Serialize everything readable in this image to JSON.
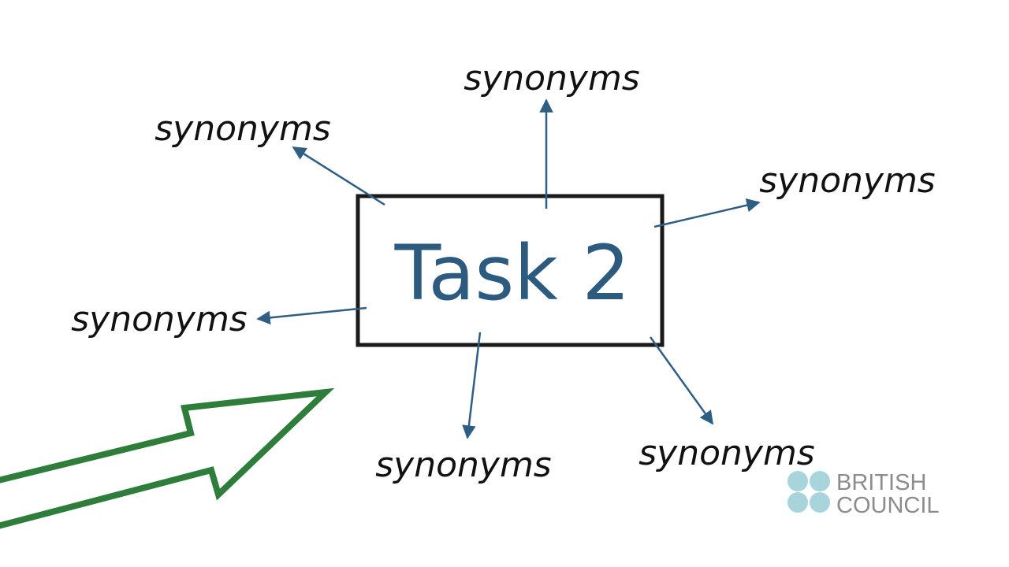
{
  "center_label": "Task 2",
  "branches": [
    {
      "label": "synonyms",
      "direction": "upper-left"
    },
    {
      "label": "synonyms",
      "direction": "up"
    },
    {
      "label": "synonyms",
      "direction": "right"
    },
    {
      "label": "synonyms",
      "direction": "left"
    },
    {
      "label": "synonyms",
      "direction": "down"
    },
    {
      "label": "synonyms",
      "direction": "lower-right"
    }
  ],
  "logo": {
    "line1": "BRITISH",
    "line2": "COUNCIL"
  },
  "colors": {
    "accent": "#2d5b80",
    "green_arrow": "#2e7d3a",
    "logo_circles": "#a8d5dc",
    "logo_text": "#8c8c8c"
  }
}
